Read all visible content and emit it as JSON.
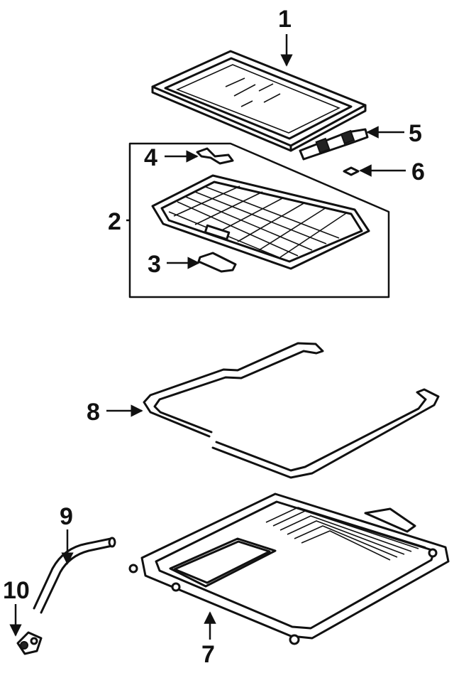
{
  "labels": {
    "p1": "1",
    "p2": "2",
    "p3": "3",
    "p4": "4",
    "p5": "5",
    "p6": "6",
    "p7": "7",
    "p8": "8",
    "p9": "9",
    "p10": "10"
  },
  "colors": {
    "ink": "#111111",
    "background": "#ffffff"
  }
}
